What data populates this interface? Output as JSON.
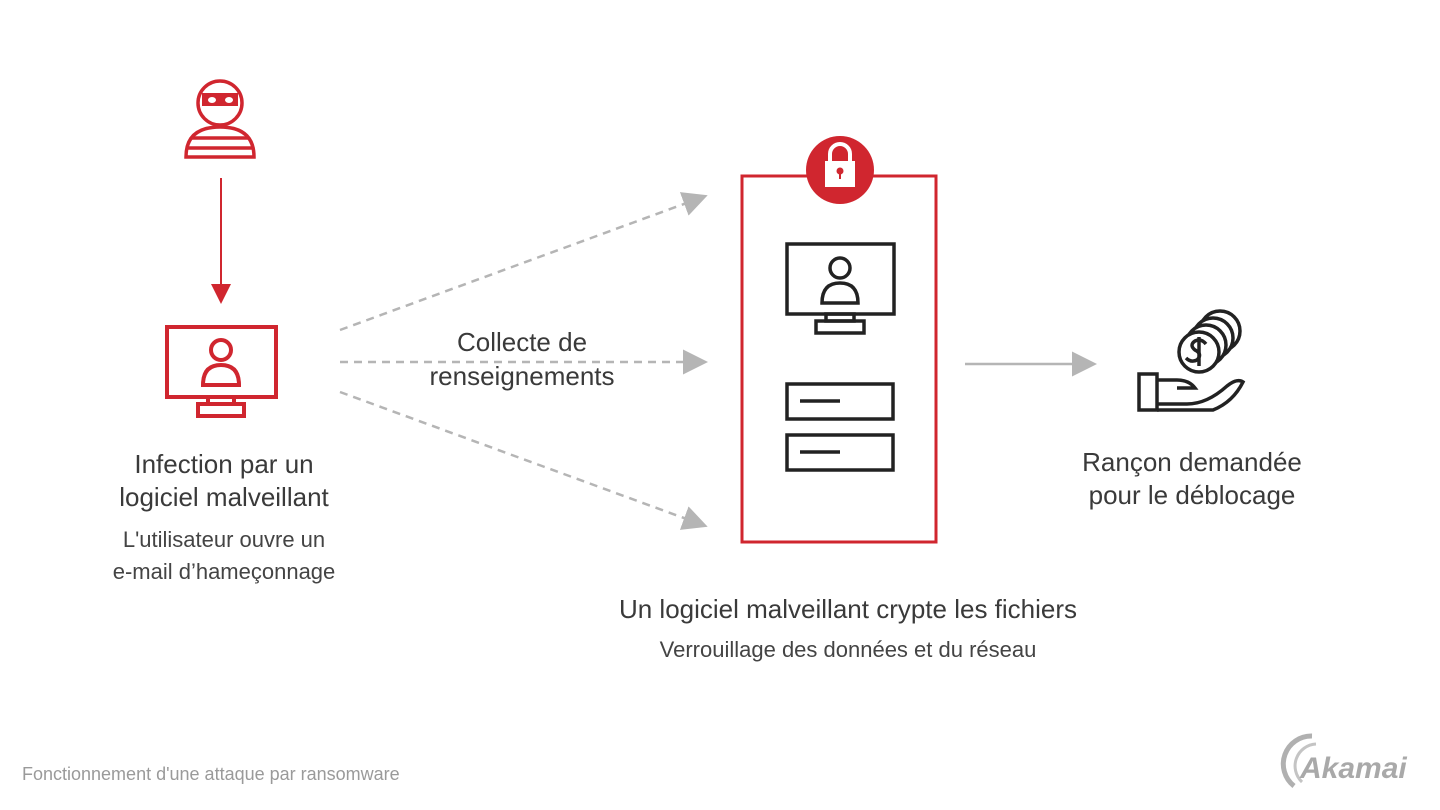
{
  "colors": {
    "accent": "#d0262f",
    "dark": "#222222",
    "arrow": "#b5b5b5"
  },
  "step1": {
    "title_line1": "Infection par un",
    "title_line2": "logiciel malveillant",
    "desc_line1": "L'utilisateur ouvre un",
    "desc_line2": "e-mail d’hameçonnage"
  },
  "gather": {
    "line1": "Collecte de",
    "line2": "renseignements"
  },
  "step2": {
    "title": "Un logiciel malveillant crypte les fichiers",
    "desc": "Verrouillage des données et du réseau"
  },
  "step3": {
    "line1": "Rançon demandée",
    "line2": "pour le déblocage"
  },
  "footer": {
    "caption": "Fonctionnement d'une attaque par ransomware",
    "logo": "Akamai"
  }
}
